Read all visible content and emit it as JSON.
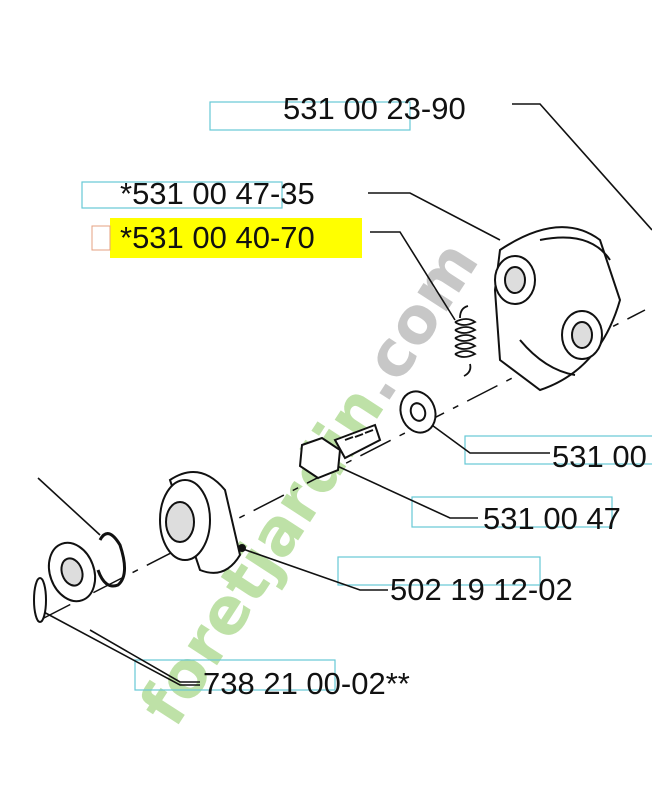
{
  "parts": [
    {
      "id": "p1",
      "number": "531 00 23-90"
    },
    {
      "id": "p2",
      "number": "*531 00 47-35"
    },
    {
      "id": "p3",
      "number": "*531 00 40-70",
      "highlighted": true
    },
    {
      "id": "p4",
      "number": "531 00"
    },
    {
      "id": "p5",
      "number": "531 00 47"
    },
    {
      "id": "p6",
      "number": "502 19 12-02"
    },
    {
      "id": "p7",
      "number": "738 21 00-02**"
    }
  ],
  "watermark": {
    "text_green": "foretjardin",
    "text_orange": ".com",
    "green": "#a9d88a",
    "orange": "#f5b07a"
  },
  "colors": {
    "highlight": "#ffff00",
    "label_box": "#66c9d6",
    "line": "#111111"
  }
}
